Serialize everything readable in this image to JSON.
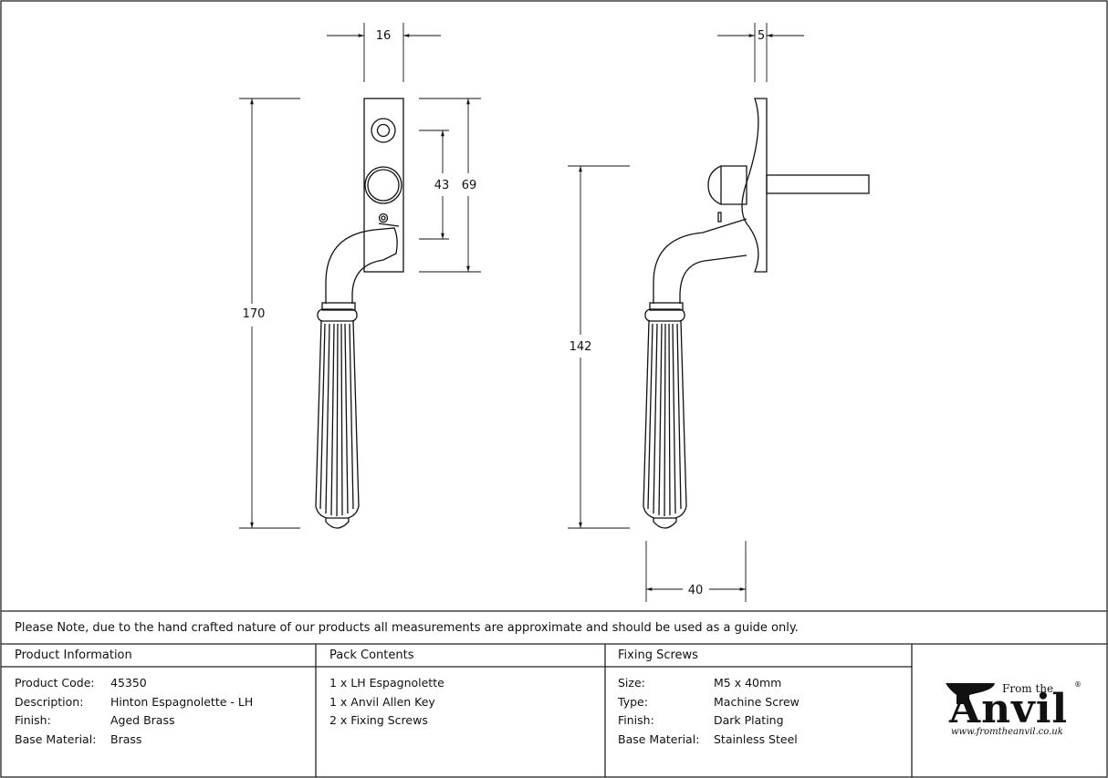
{
  "dimensions": {
    "front_width": "16",
    "front_inner": "43",
    "front_plate": "69",
    "front_total": "170",
    "side_depth": "5",
    "side_height": "142",
    "side_projection": "40"
  },
  "note": "Please Note, due to the hand crafted nature of our products all measurements are approximate and should be used as a guide only.",
  "product_info": {
    "header": "Product Information",
    "rows": [
      {
        "label": "Product Code:",
        "value": "45350"
      },
      {
        "label": "Description:",
        "value": "Hinton Espagnolette - LH"
      },
      {
        "label": "Finish:",
        "value": "Aged Brass"
      },
      {
        "label": "Base Material:",
        "value": "Brass"
      }
    ]
  },
  "pack_contents": {
    "header": "Pack Contents",
    "items": [
      "1 x LH Espagnolette",
      "1 x Anvil Allen Key",
      "2 x Fixing Screws"
    ]
  },
  "fixing_screws": {
    "header": "Fixing Screws",
    "rows": [
      {
        "label": "Size:",
        "value": "M5 x 40mm"
      },
      {
        "label": "Type:",
        "value": "Machine Screw"
      },
      {
        "label": "Finish:",
        "value": "Dark Plating"
      },
      {
        "label": "Base Material:",
        "value": "Stainless Steel"
      }
    ]
  },
  "logo": {
    "from_text": "From the",
    "brand": "Anvil",
    "registered": "®",
    "url": "www.fromtheanvil.co.uk"
  }
}
